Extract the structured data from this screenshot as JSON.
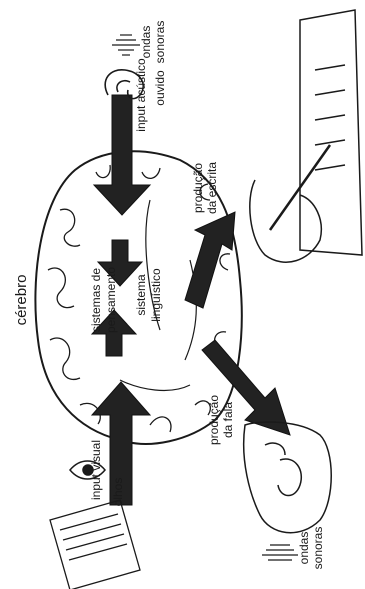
{
  "labels": {
    "cerebro": "cérebro",
    "sistemas_line1": "sistemas de",
    "sistemas_line2": "pensamento",
    "sistema_ling_line1": "sistema",
    "sistema_ling_line2": "linguístico",
    "input_acustico": "input acústico",
    "input_visual": "input visual",
    "ondas_sonoras_top_line1": "ondas",
    "ondas_sonoras_top_line2": "sonoras",
    "ouvido": "ouvido",
    "olhos": "olhos",
    "producao_escrita_line1": "produção",
    "producao_escrita_line2": "da escrita",
    "producao_fala_line1": "produção",
    "producao_fala_line2": "da fala",
    "ondas_sonoras_bottom_line1": "ondas",
    "ondas_sonoras_bottom_line2": "sonoras"
  },
  "colors": {
    "ink": "#1a1a1a",
    "arrow": "#222222",
    "paper": "#ffffff"
  }
}
